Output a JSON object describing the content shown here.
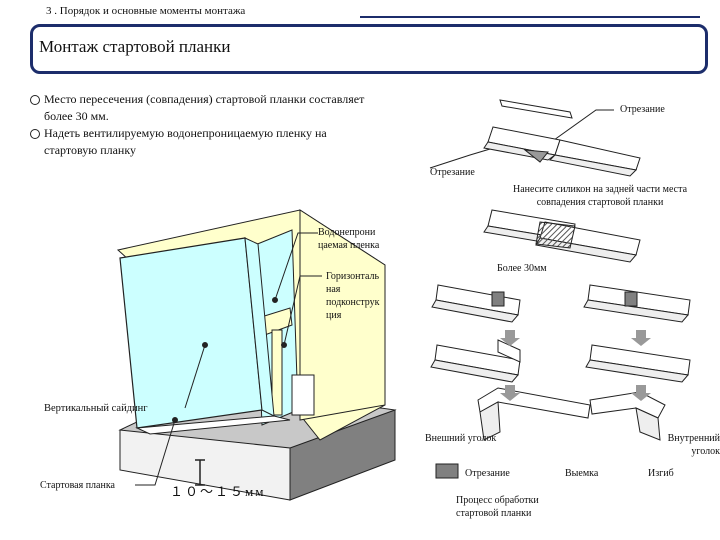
{
  "header": {
    "section": "3 . Порядок и основные моменты монтажа",
    "title": "Монтаж стартовой планки"
  },
  "bullets": [
    "Место пересечения (совпадения) стартовой планки составляет более 30 мм.",
    "Надеть вентилируемую водонепроницаемую пленку на стартовую планку"
  ],
  "labels": {
    "cut_top_right": "Отрезание",
    "cut_mid": "Отрезание",
    "silicone_note": "Нанесите силикон на задней части места совпадения стартовой планки",
    "waterproof_film": "Водонепрони цаемая пленка",
    "more_30": "Более 30мм",
    "horizontal_profile": "Горизонталь ная подконструк ция",
    "vertical_siding": "Вертикальный сайдинг",
    "start_strip": "Стартовая планка",
    "distance": "１０～１５мм",
    "outer_corner": "Внешний уголок",
    "inner_corner": "Внутренний уголок",
    "legend_cut": "Отрезание",
    "notch": "Выемка",
    "bend": "Изгиб",
    "process": "Процесс обработки стартовой планки"
  },
  "colors": {
    "title_border": "#1c2d6b",
    "wall_yellow": "#ffffcc",
    "siding_cyan": "#ccffff",
    "foundation_gray": "#808080",
    "arrow_gray": "#999999"
  }
}
